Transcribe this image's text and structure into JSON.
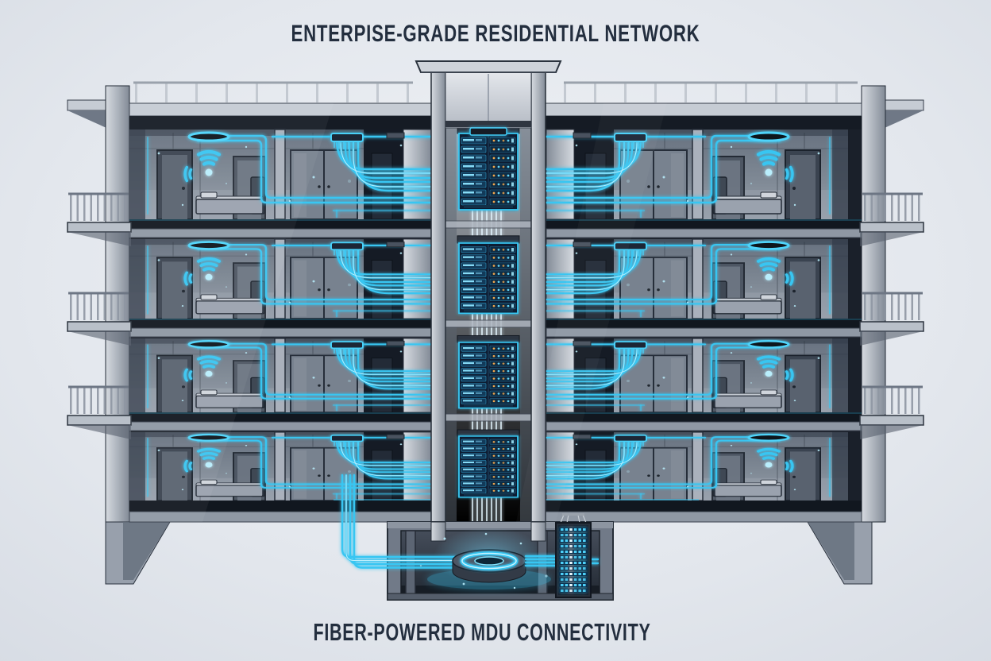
{
  "title": "ENTERPISE-GRADE RESIDENTIAL NETWORK",
  "caption": "FIBER-POWERED MDU CONNECTIVITY",
  "scene": {
    "type": "building-cross-section-illustration",
    "floor_count": 4,
    "apartment_units_per_floor": 2,
    "wifi_access_points_visible": 8,
    "ceiling_access_point_rings_per_floor": 2,
    "floor_switch_racks_in_riser": 4,
    "balconies_per_side": 3,
    "basement": {
      "fiber_hub_disc": 1,
      "distribution_rack": 1,
      "incoming_fiber_bundle": 1
    }
  },
  "colors": {
    "bg_center": "#eef1f5",
    "bg_edge": "#d9dee6",
    "ink": "#232e3e",
    "glow": "#38c6f2",
    "glow_bright": "#b9eefc",
    "fiber": "#e3f4fd",
    "amber": "#f2a74b",
    "building_light": "#c6ccd4",
    "building_mid": "#8f98a4",
    "building_dark": "#151b24",
    "room_wall": "#7e8894"
  }
}
